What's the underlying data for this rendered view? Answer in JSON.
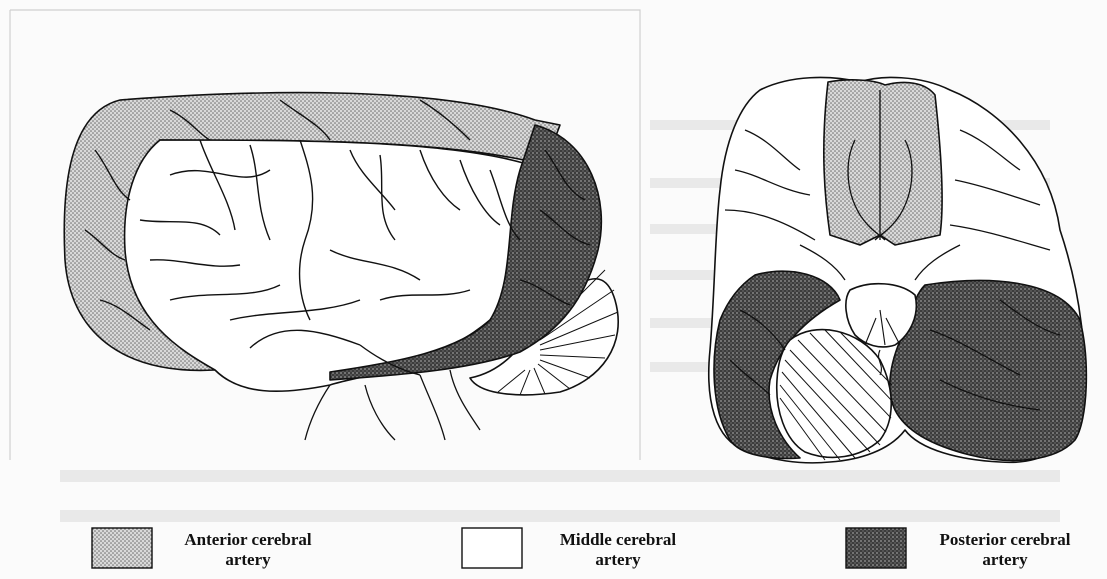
{
  "legend": {
    "items": [
      {
        "line1": "Anterior cerebral",
        "line2": "artery",
        "swatch": "light-stipple"
      },
      {
        "line1": "Middle cerebral",
        "line2": "artery",
        "swatch": "white"
      },
      {
        "line1": "Posterior cerebral",
        "line2": "artery",
        "swatch": "dark-stipple"
      }
    ]
  },
  "colors": {
    "ink": "#111111",
    "anterior_fill": "#bdbdbd",
    "middle_fill": "#ffffff",
    "posterior_fill": "#4a4a4a",
    "background_text": "#bfbfbf"
  }
}
